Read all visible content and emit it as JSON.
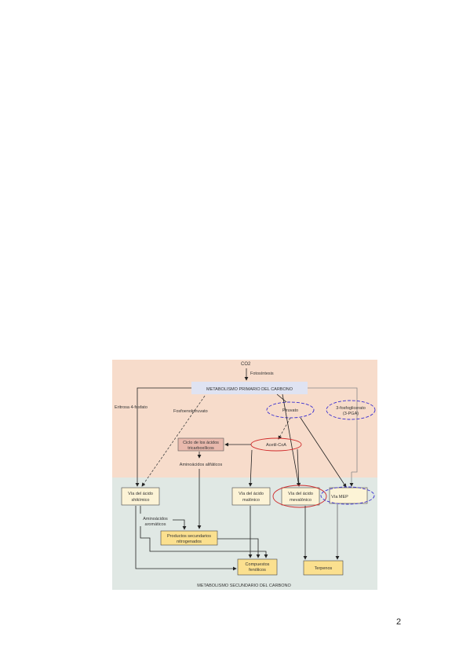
{
  "diagram": {
    "top_label_co2": "CO2",
    "photosynthesis": "Fotosíntesis",
    "primary_metabolism": "METABOLISMO PRIMARIO DEL CARBONO",
    "secondary_metabolism": "METABOLISMO SECUNDARIO DEL CARBONO",
    "erythrose": "Eritrosa 4-fosfato",
    "phosphoenolpyruvate": "Fosfoenolpiruvato",
    "pyruvate": "Piruvato",
    "three_pga_1": "3-fosfoglicerato",
    "three_pga_2": "(3-PGA)",
    "tca_1": "Ciclo de los ácidos",
    "tca_2": "tricarboxílicos",
    "acetyl_coa": "Acetil-CoA",
    "aliphatic_aa": "Aminoácidos alifáticos",
    "shikimic_1": "Vía del ácido",
    "shikimic_2": "shikímico",
    "malonic_1": "Vía del ácido",
    "malonic_2": "malónico",
    "mevalonic_1": "Vía del ácido",
    "mevalonic_2": "mevalónico",
    "mep": "Vía MEP",
    "aromatic_aa_1": "Aminoácidos",
    "aromatic_aa_2": "aromáticos",
    "nitrogen_1": "Productos secundarios",
    "nitrogen_2": "nitrogenados",
    "phenolic_1": "Compuestos",
    "phenolic_2": "fenólicos",
    "terpenes": "Terpenos",
    "colors": {
      "upper_bg": "#f7dccb",
      "lower_bg": "#e0e8e4",
      "primary_box": "#dfe3f2",
      "path_box": "#fcf3d6",
      "tca_box": "#e9b9ad",
      "blue_ellipse": "#3a2fd0",
      "red_ellipse": "#d02a2a"
    }
  },
  "page": {
    "number": "2"
  }
}
